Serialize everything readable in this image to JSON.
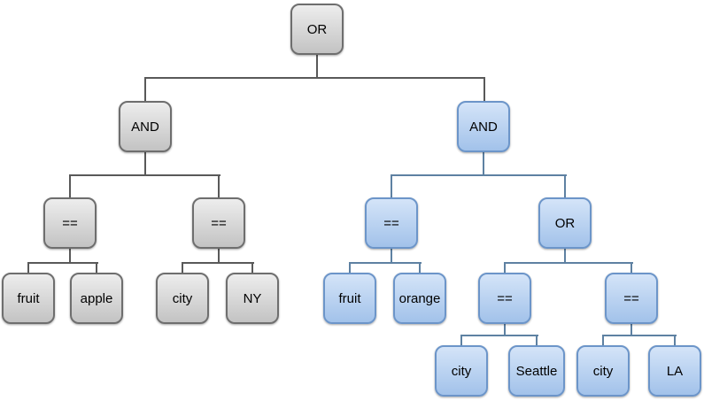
{
  "diagram": {
    "type": "expression-tree",
    "tree": {
      "label": "OR",
      "group": "gray",
      "children": [
        {
          "label": "AND",
          "group": "gray",
          "children": [
            {
              "label": "==",
              "group": "gray",
              "children": [
                {
                  "label": "fruit",
                  "group": "gray"
                },
                {
                  "label": "apple",
                  "group": "gray"
                }
              ]
            },
            {
              "label": "==",
              "group": "gray",
              "children": [
                {
                  "label": "city",
                  "group": "gray"
                },
                {
                  "label": "NY",
                  "group": "gray"
                }
              ]
            }
          ]
        },
        {
          "label": "AND",
          "group": "blue",
          "children": [
            {
              "label": "==",
              "group": "blue",
              "children": [
                {
                  "label": "fruit",
                  "group": "blue"
                },
                {
                  "label": "orange",
                  "group": "blue"
                }
              ]
            },
            {
              "label": "OR",
              "group": "blue",
              "children": [
                {
                  "label": "==",
                  "group": "blue",
                  "children": [
                    {
                      "label": "city",
                      "group": "blue"
                    },
                    {
                      "label": "Seattle",
                      "group": "blue"
                    }
                  ]
                },
                {
                  "label": "==",
                  "group": "blue",
                  "children": [
                    {
                      "label": "city",
                      "group": "blue"
                    },
                    {
                      "label": "LA",
                      "group": "blue"
                    }
                  ]
                }
              ]
            }
          ]
        }
      ]
    },
    "colors": {
      "gray_node_top": "#ededed",
      "gray_node_bottom": "#c3c3c3",
      "gray_node_border": "#6e6e6e",
      "gray_connector": "#595959",
      "blue_node_top": "#d4e4f8",
      "blue_node_bottom": "#a2c2ea",
      "blue_node_border": "#6c95c9",
      "blue_connector": "#5e81a2",
      "text": "#000000",
      "background": "#ffffff"
    }
  }
}
